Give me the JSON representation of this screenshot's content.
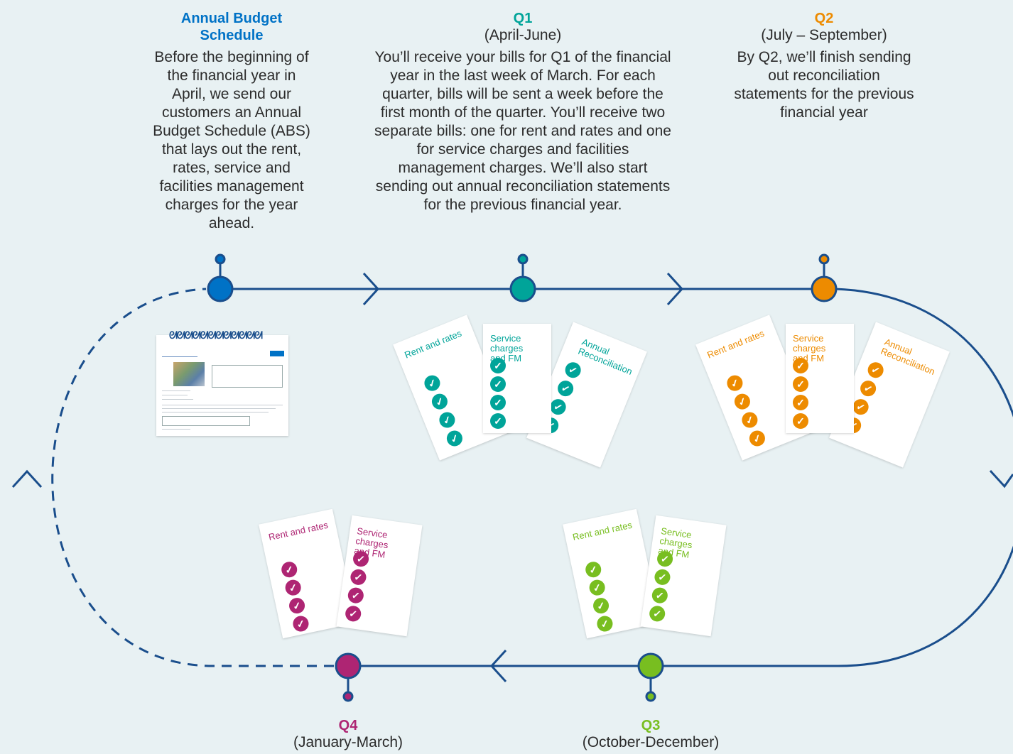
{
  "colors": {
    "line": "#1a4e8c",
    "abs": "#0072c6",
    "q1": "#00a499",
    "q2": "#ed8b00",
    "q3": "#78be20",
    "q4": "#ae2573",
    "text": "#2b2b2b",
    "background": "#e8f1f3"
  },
  "abs": {
    "heading": "Annual Budget Schedule",
    "body": "Before the beginning of the financial year in April, we send our customers an Annual Budget Schedule (ABS) that lays out the rent, rates, service and facilities management charges for the year ahead."
  },
  "q1": {
    "heading": "Q1",
    "period": "(April-June)",
    "body": "You’ll receive your bills for Q1 of the financial year in the last week of March. For each quarter, bills will be sent a week before the first month of the quarter. You’ll receive two separate bills: one for rent and rates and one for service charges and facilities management charges. We’ll also start sending out annual reconciliation statements for the previous financial year."
  },
  "q2": {
    "heading": "Q2",
    "period": "(July – September)",
    "body": "By Q2, we’ll finish sending out reconciliation statements for the previous financial year"
  },
  "q3": {
    "heading": "Q3",
    "period": "(October-December)"
  },
  "q4": {
    "heading": "Q4",
    "period": "(January-March)"
  },
  "bill_titles": {
    "rent": "Rent and rates",
    "service": "Service charges\nand FM",
    "reconciliation": "Annual\nReconciliation"
  },
  "icons": {
    "check": "check-circle-icon",
    "arrow": "chevron-arrow-icon",
    "milestone": "milestone-node-icon"
  }
}
